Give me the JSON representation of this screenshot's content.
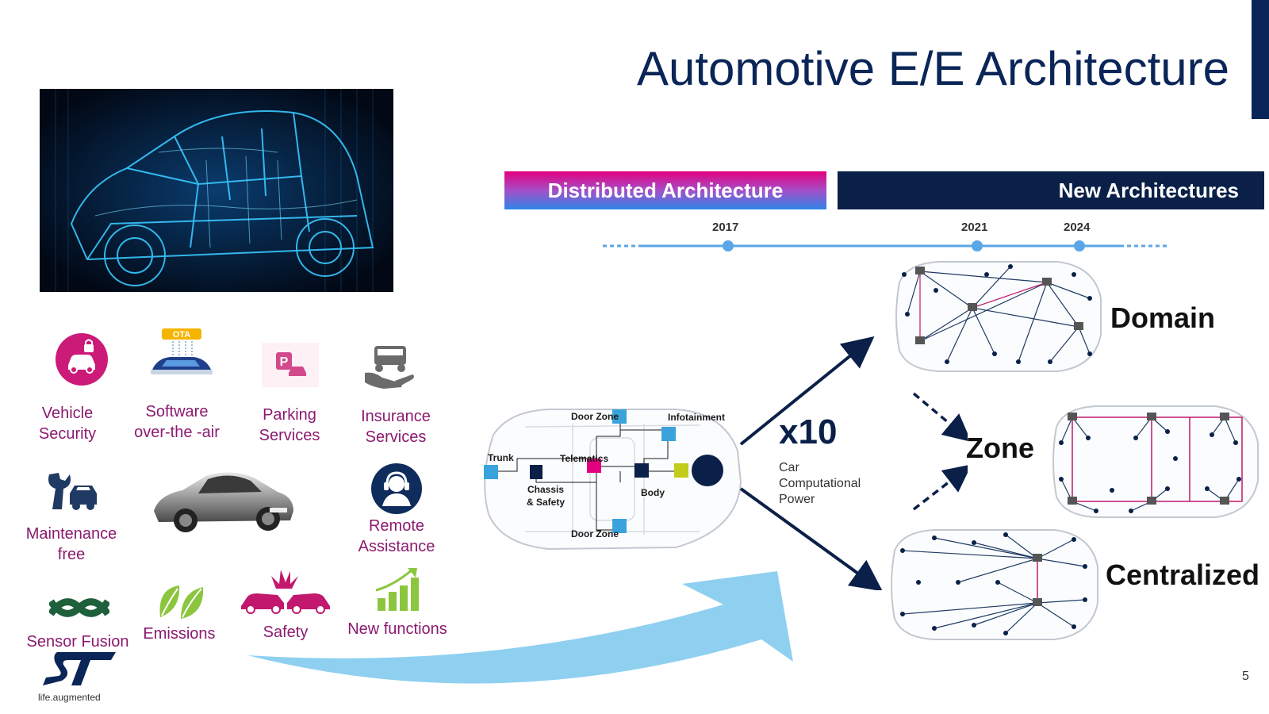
{
  "title": "Automotive E/E Architecture",
  "page_number": "5",
  "use_cases": [
    {
      "id": "vehicle-security",
      "label": "Vehicle\nSecurity",
      "icon": "car-lock-icon"
    },
    {
      "id": "software-ota",
      "label": "Software\nover-the -air",
      "icon": "ota-car-icon",
      "badge": "OTA"
    },
    {
      "id": "parking-services",
      "label": "Parking\nServices",
      "icon": "parking-icon"
    },
    {
      "id": "insurance-services",
      "label": "Insurance\nServices",
      "icon": "insurance-hand-icon"
    },
    {
      "id": "maintenance-free",
      "label": "Maintenance\nfree",
      "icon": "wrench-car-icon"
    },
    {
      "id": "remote-assistance",
      "label": "Remote\nAssistance",
      "icon": "headset-agent-icon"
    },
    {
      "id": "sensor-fusion",
      "label": "Sensor Fusion",
      "icon": "fusion-arrows-icon"
    },
    {
      "id": "emissions",
      "label": "Emissions",
      "icon": "leaf-icon"
    },
    {
      "id": "safety",
      "label": "Safety",
      "icon": "crash-icon"
    },
    {
      "id": "new-functions",
      "label": "New functions",
      "icon": "growth-chart-icon"
    }
  ],
  "bands": {
    "distributed": "Distributed Architecture",
    "new": "New Architectures"
  },
  "timeline": {
    "years": [
      "2017",
      "2021",
      "2024"
    ]
  },
  "distributed_car": {
    "labels": {
      "door_zone_top": "Door Zone",
      "infotainment": "Infotainment",
      "trunk": "Trunk",
      "telematics": "Telematics",
      "chassis": "Chassis",
      "chassis_safety": "& Safety",
      "body": "Body",
      "door_zone_bottom": "Door Zone"
    }
  },
  "computational": {
    "multiplier": "x10",
    "line1": "Car",
    "line2": "Computational",
    "line3": "Power"
  },
  "architectures": {
    "domain": "Domain",
    "zone": "Zone",
    "centralized": "Centralized"
  },
  "logo": {
    "brand": "ST",
    "tagline": "life.augmented"
  },
  "colors": {
    "title": "#0a2557",
    "magenta": "#e3007e",
    "navy": "#0a2048",
    "timeline": "#5aa6e6",
    "use_case_text": "#8b1a6f",
    "big_arrow": "#8fd0f0"
  }
}
